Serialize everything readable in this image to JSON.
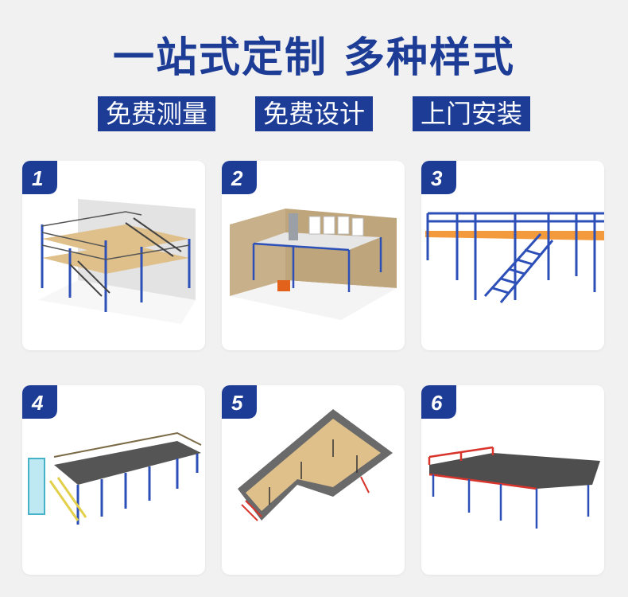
{
  "header": {
    "title": "一站式定制 多种样式",
    "badges": [
      "免费测量",
      "免费设计",
      "上门安装"
    ]
  },
  "cards": [
    {
      "number": "1"
    },
    {
      "number": "2"
    },
    {
      "number": "3"
    },
    {
      "number": "4"
    },
    {
      "number": "5"
    },
    {
      "number": "6"
    }
  ],
  "colors": {
    "brand_blue": "#1d3c96",
    "steel_blue": "#2c4fb8",
    "deck_wood": "#dfc08a",
    "deck_orange": "#f39a3c",
    "grating_gray": "#5c5c5c",
    "rail_red": "#d9342b"
  }
}
